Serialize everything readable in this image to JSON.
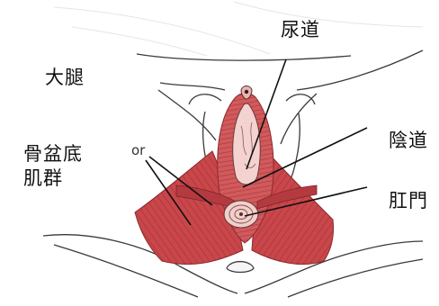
{
  "labels": {
    "urethra": "尿道",
    "thigh": "大腿",
    "vagina": "陰道",
    "anus": "肛門",
    "pelvic_floor_line1": "骨盆底",
    "pelvic_floor_line2": "肌群"
  },
  "fragment_text": "or",
  "colors": {
    "muscle": "#c9474a",
    "muscle_dark": "#9a2d32",
    "muscle_light": "#e89a9a",
    "tissue": "#f3d2cf",
    "outline": "#3a3a3a",
    "leader": "#111111",
    "background": "#ffffff"
  }
}
